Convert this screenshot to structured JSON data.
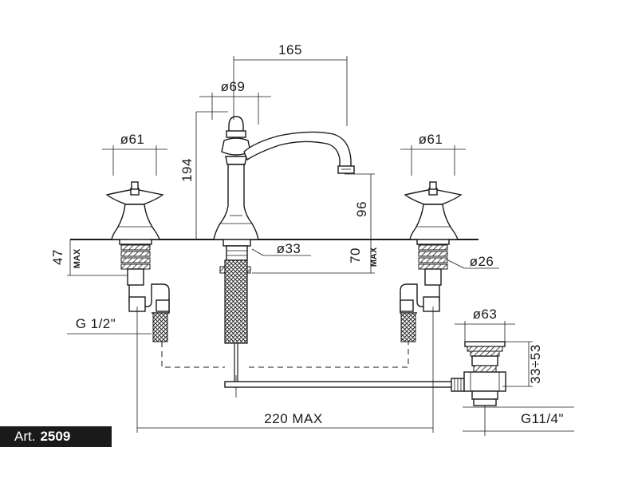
{
  "article": {
    "label": "Art.",
    "number": "2509"
  },
  "dimensions": {
    "spout_reach": "165",
    "spout_base_diameter": "ø69",
    "left_handle_diameter": "ø61",
    "right_handle_diameter": "ø61",
    "spout_height": "194",
    "spout_outlet_height": "96",
    "under_deck_max": "47",
    "under_deck_max_label": "MAX",
    "shank_diameter": "ø33",
    "spout_shank_max": "70",
    "spout_shank_max_label": "MAX",
    "valve_diameter": "ø26",
    "inlet_thread": "G 1/2\"",
    "drain_diameter": "ø63",
    "drain_height_range": "33÷53",
    "drain_thread": "G11/4\"",
    "overall_width": "220 MAX"
  },
  "colors": {
    "line": "#1a1a1a",
    "background": "#ffffff",
    "badge": "#1a1a1a",
    "badge_text": "#ffffff"
  }
}
